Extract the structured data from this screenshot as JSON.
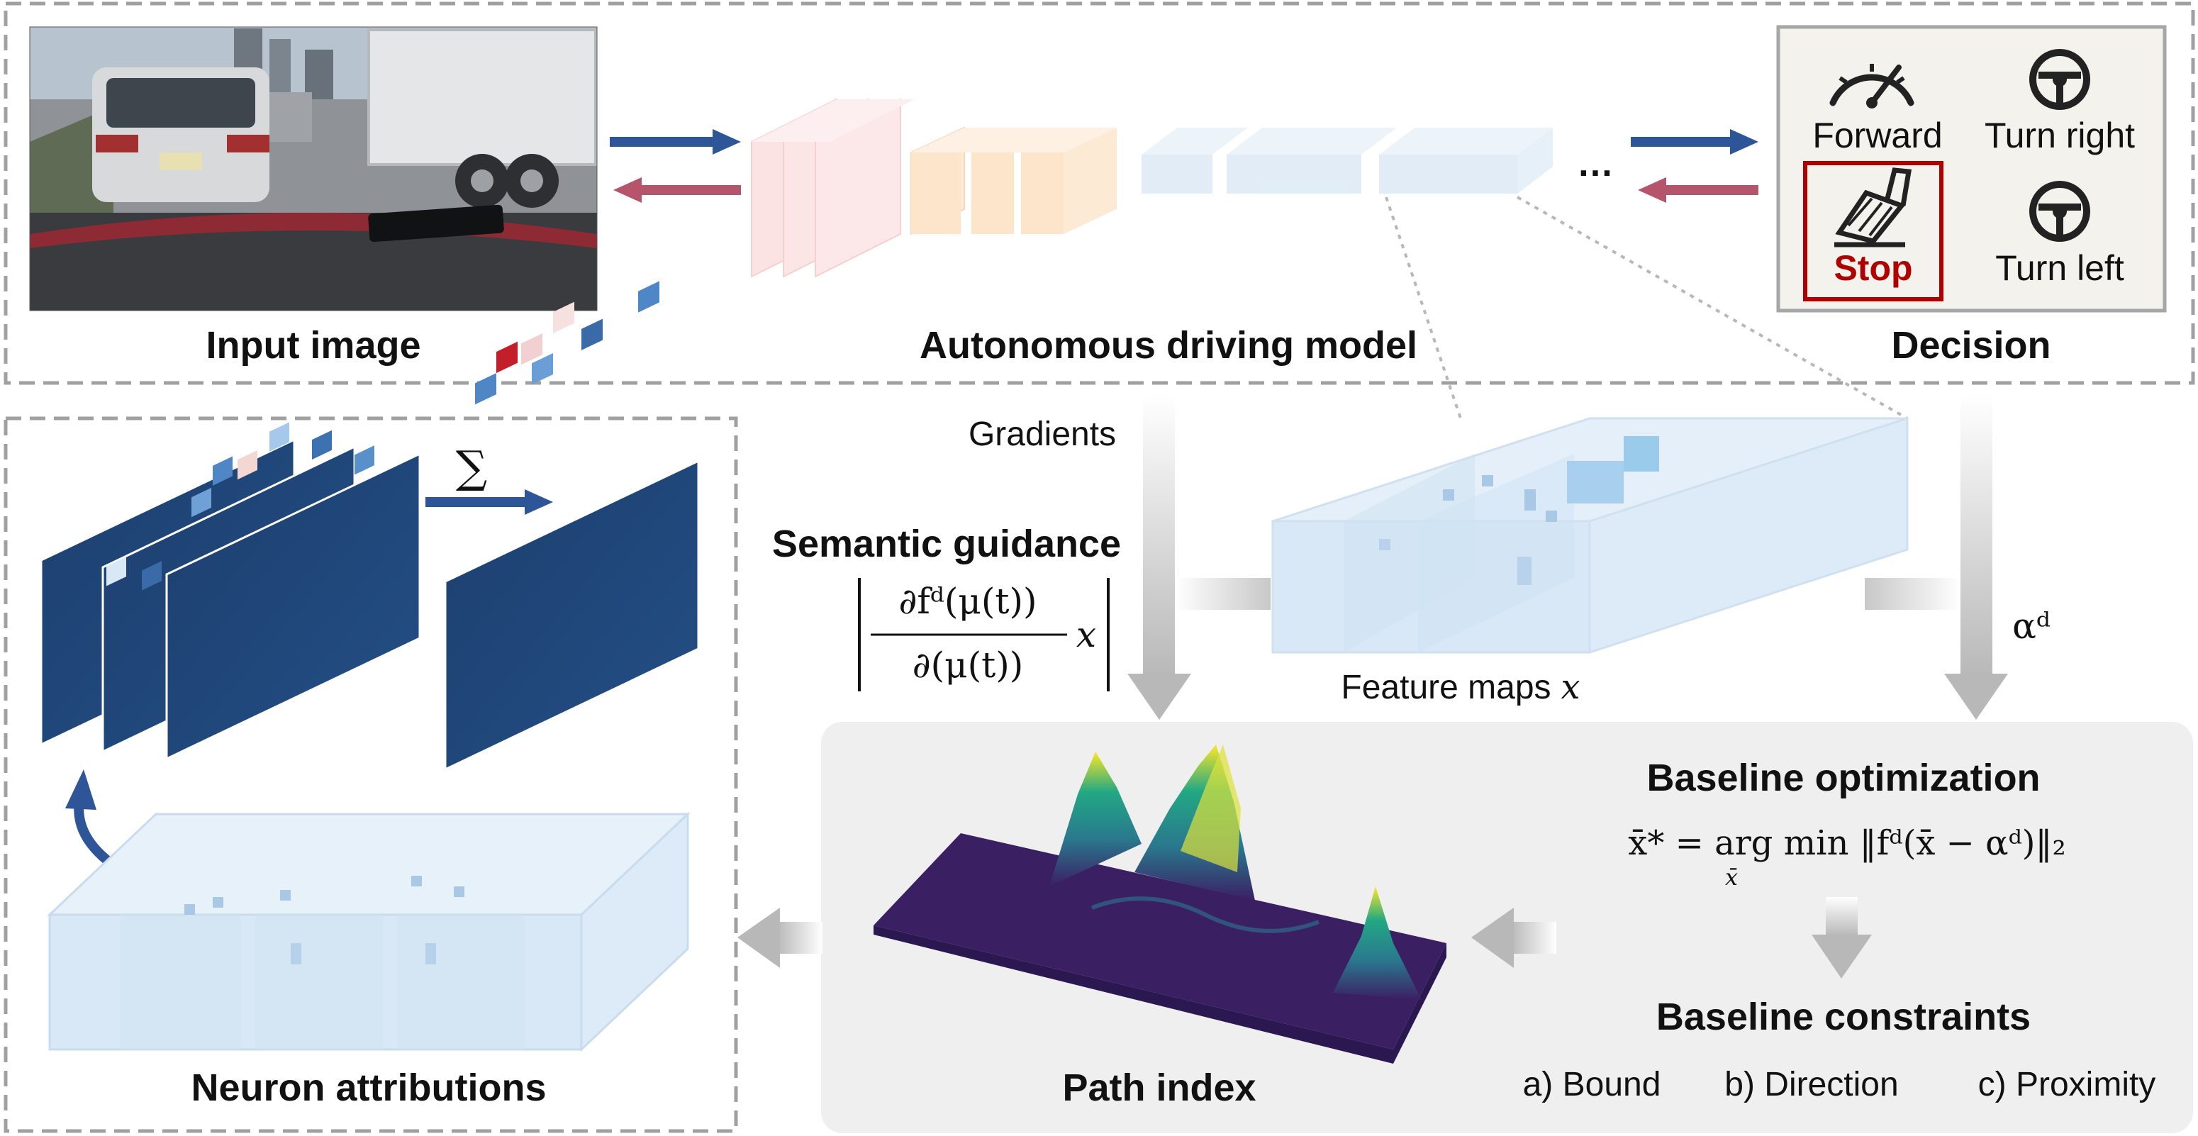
{
  "top_section": {
    "input_label": "Input image",
    "model_label": "Autonomous driving model",
    "ellipsis": "…",
    "decision_label": "Decision",
    "decisions": {
      "forward": "Forward",
      "turn_right": "Turn right",
      "stop": "Stop",
      "turn_left": "Turn left"
    }
  },
  "middle_section": {
    "gradients": "Gradients",
    "semantic_guidance": "Semantic guidance",
    "formula_numerator": "∂fᵈ(μ(t))",
    "formula_denominator": "∂(μ(t))",
    "formula_x": "x",
    "feature_maps": "Feature maps",
    "feature_maps_var": "x",
    "alpha": "αᵈ"
  },
  "left_section": {
    "sum_symbol": "∑",
    "neuron_attributions": "Neuron attributions"
  },
  "bottom_section": {
    "path_index": "Path index",
    "baseline_optimization": "Baseline optimization",
    "baseline_formula": "x̄* = arg min ‖fᵈ(x̄ − αᵈ)‖₂",
    "baseline_formula_sub": "x̄",
    "baseline_constraints": "Baseline constraints",
    "constraints": [
      "a) Bound",
      "b) Direction",
      "c) Proximity"
    ]
  },
  "colors": {
    "blue_arrow": "#2e5597",
    "red_arrow": "#b5546a",
    "stop_red": "#b00000",
    "dashed_border": "#a0a0a0",
    "panel_gray": "#efefef",
    "heatmap_dark": "#1d4677"
  }
}
